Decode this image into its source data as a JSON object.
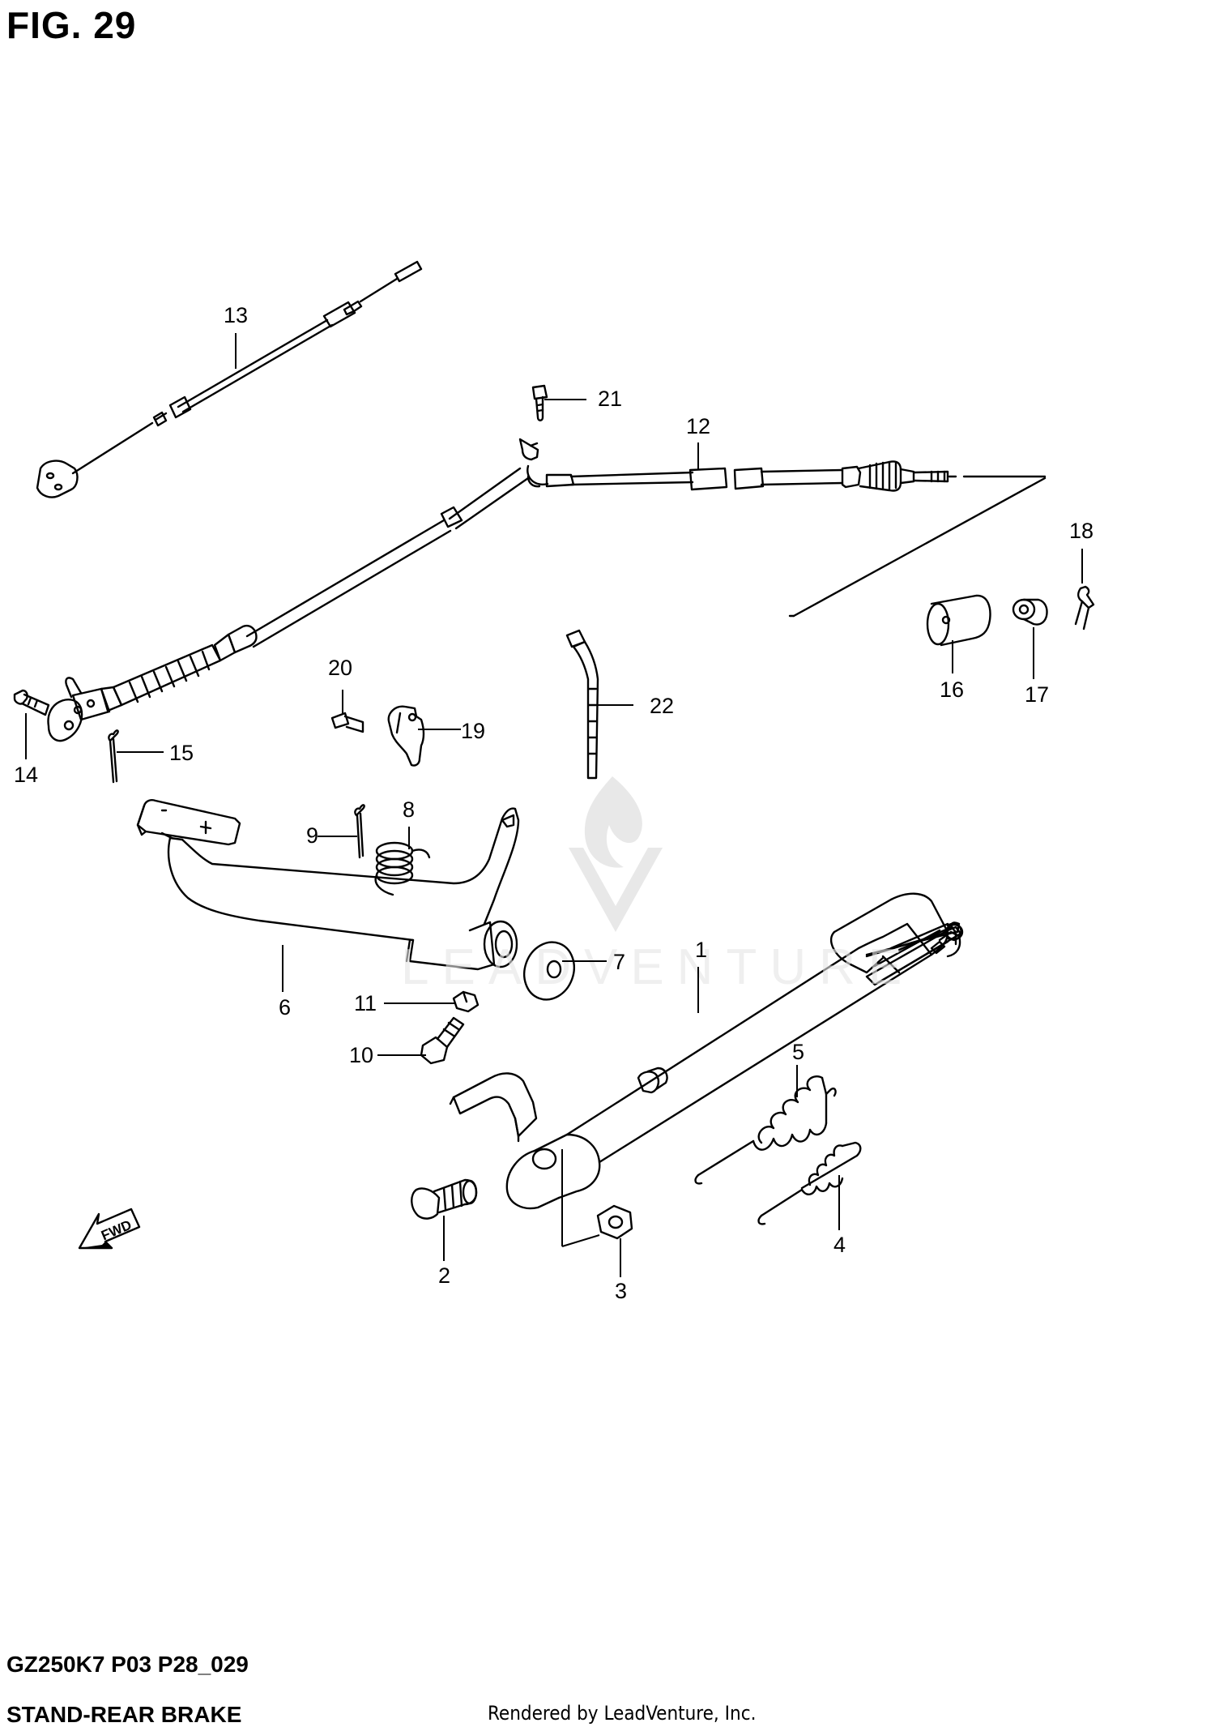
{
  "figure": {
    "title": "FIG. 29",
    "model_code": "GZ250K7 P03 P28_029",
    "section_title": "STAND-REAR BRAKE",
    "rendered_by": "Rendered by LeadVenture, Inc.",
    "watermark": "LEADVENTURE"
  },
  "callouts": [
    "1",
    "2",
    "3",
    "4",
    "5",
    "6",
    "7",
    "8",
    "9",
    "10",
    "11",
    "12",
    "13",
    "14",
    "15",
    "16",
    "17",
    "18",
    "19",
    "20",
    "21",
    "22"
  ],
  "fwd_label": "FWD"
}
